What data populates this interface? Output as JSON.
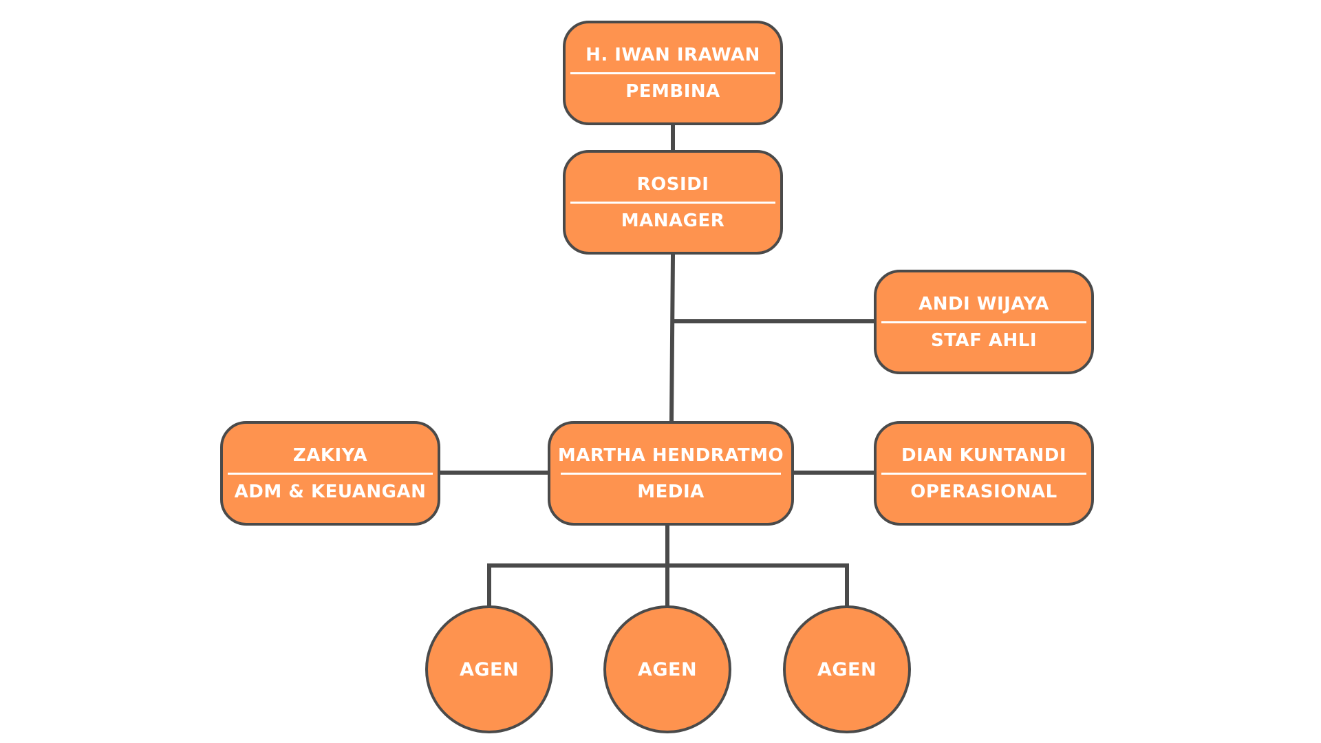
{
  "colors": {
    "node_fill": "#fe934f",
    "line": "#4a4a4a",
    "text": "#ffffff"
  },
  "nodes": {
    "pembina": {
      "name": "H. IWAN IRAWAN",
      "role": "PEMBINA"
    },
    "manager": {
      "name": "ROSIDI",
      "role": "MANAGER"
    },
    "staf_ahli": {
      "name": "ANDI WIJAYA",
      "role": "STAF AHLI"
    },
    "adm_keuangan": {
      "name": "ZAKIYA",
      "role": "ADM & KEUANGAN"
    },
    "media": {
      "name": "MARTHA HENDRATMO",
      "role": "MEDIA"
    },
    "operasional": {
      "name": "DIAN KUNTANDI",
      "role": "OPERASIONAL"
    }
  },
  "agents": [
    "AGEN",
    "AGEN",
    "AGEN"
  ]
}
